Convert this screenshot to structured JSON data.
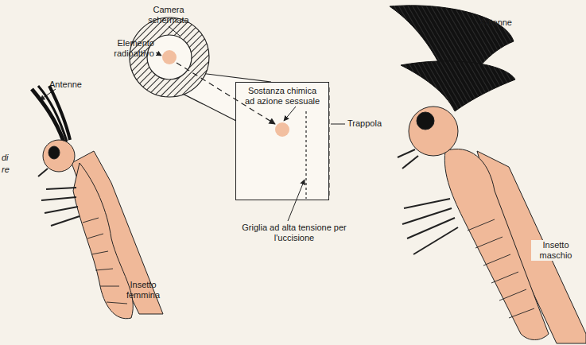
{
  "diagram": {
    "nodes": [
      {
        "text": [
          "Sostanza chimica ad azione sessuale"
        ]
      }
    ],
    "labels": [
      "Camera schermata",
      "Elemento radioattivo",
      "Antenne",
      "Trappola",
      "Griglia ad alta tensione per l'uccisione",
      "Insetto femmina",
      "Antenne",
      "Insetto maschio",
      "di",
      "re"
    ]
  }
}
